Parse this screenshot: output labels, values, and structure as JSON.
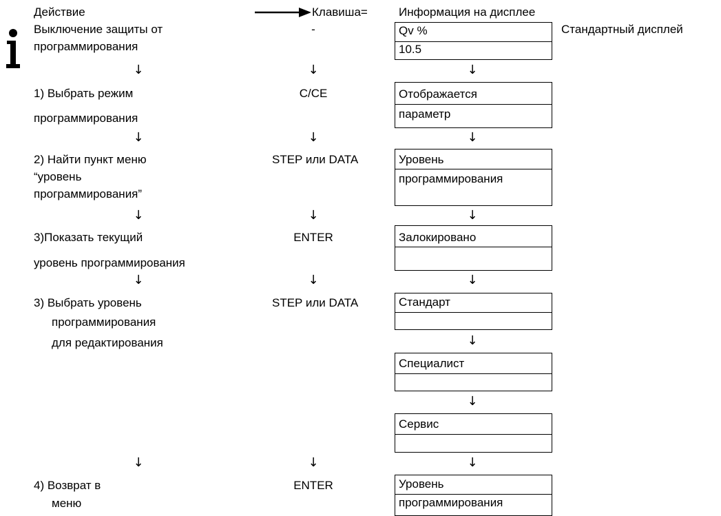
{
  "header": {
    "action": "Действие",
    "key": "Клавиша=",
    "display": "Информация на дисплее"
  },
  "icons": {
    "info": "info-icon",
    "arrow_right": "arrow-right-icon",
    "arrow_down": "arrow-down-icon"
  },
  "steps": [
    {
      "action_lines": [
        "Выключение защиты от",
        "программирования"
      ],
      "key": "-",
      "display_lines": [
        "Qv %",
        "10.5"
      ],
      "note": "Стандартный дисплей"
    },
    {
      "action_lines": [
        "1) Выбрать режим",
        "программирования"
      ],
      "key": "C/CE",
      "display_lines": [
        "Отображается",
        "параметр"
      ]
    },
    {
      "action_lines": [
        "2) Найти пункт меню",
        "“уровень",
        "программирования”"
      ],
      "key": "STEP или DATA",
      "display_lines": [
        "Уровень",
        "программирования"
      ]
    },
    {
      "action_lines": [
        "3)Показать текущий",
        "уровень программирования"
      ],
      "key": "ENTER",
      "display_lines": [
        "Залокировано",
        ""
      ]
    },
    {
      "action_lines": [
        "3)  Выбрать уровень",
        "программирования",
        "для редактирования"
      ],
      "key": "STEP или DATA",
      "display_lines": [
        "Стандарт",
        ""
      ]
    },
    {
      "display_lines": [
        "Специалист",
        ""
      ]
    },
    {
      "display_lines": [
        "Сервис",
        ""
      ]
    },
    {
      "action_lines": [
        "4)  Возврат в",
        "меню"
      ],
      "key": "ENTER",
      "display_lines": [
        "Уровень",
        "программирования"
      ]
    }
  ]
}
